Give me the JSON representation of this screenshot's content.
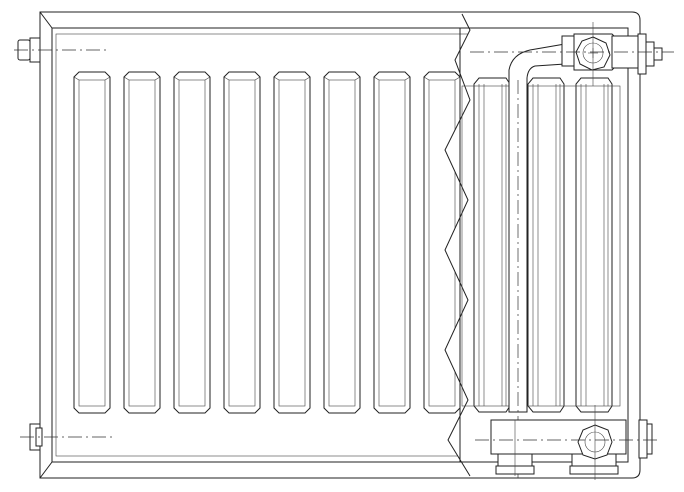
{
  "diagram": {
    "subject": "panel-radiator-technical-drawing",
    "fin_count": 11,
    "cutaway_fins": 3,
    "colors": {
      "line": "#222222",
      "background": "#ffffff"
    }
  }
}
